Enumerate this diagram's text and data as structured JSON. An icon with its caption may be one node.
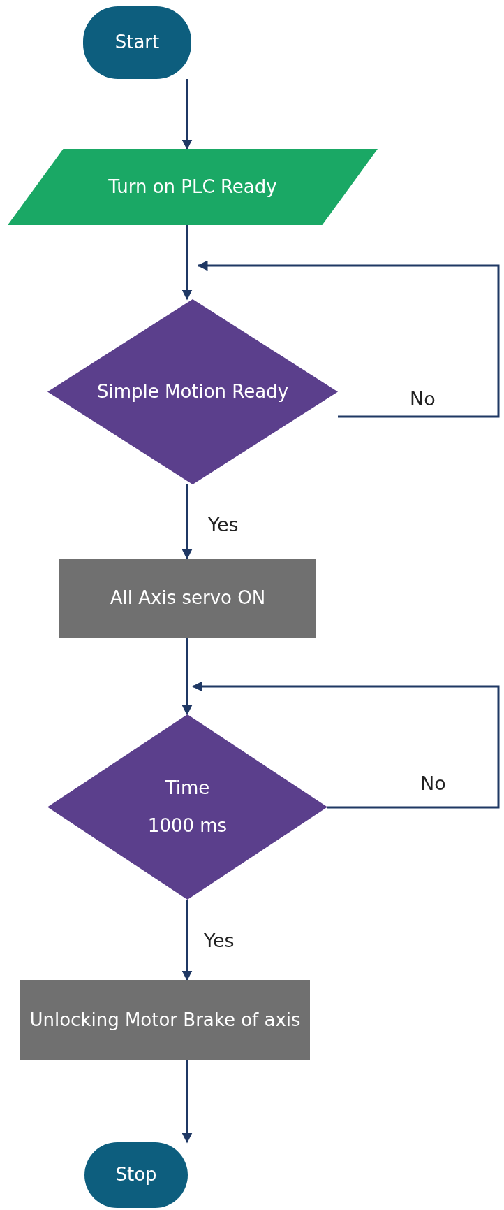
{
  "diagram": {
    "nodes": [
      {
        "text": [
          "Start"
        ]
      },
      {
        "text": [
          "Turn on PLC Ready"
        ]
      },
      {
        "text": [
          "Simple Motion Ready"
        ]
      },
      {
        "text": [
          "All Axis servo ON"
        ]
      },
      {
        "text": [
          "Time",
          "1000 ms"
        ]
      },
      {
        "text": [
          "Unlocking Motor Brake of axis"
        ]
      },
      {
        "text": [
          "Stop"
        ]
      }
    ],
    "edges": [
      {
        "from": 0,
        "to": 1,
        "arrow": "to"
      },
      {
        "from": 1,
        "to": 2,
        "arrow": "to"
      },
      {
        "from": 2,
        "to": 2,
        "arrow": "to",
        "label": "No"
      },
      {
        "from": 2,
        "to": 3,
        "arrow": "to",
        "label": "Yes"
      },
      {
        "from": 3,
        "to": 4,
        "arrow": "to"
      },
      {
        "from": 4,
        "to": 4,
        "arrow": "to",
        "label": "No"
      },
      {
        "from": 4,
        "to": 5,
        "arrow": "to",
        "label": "Yes"
      },
      {
        "from": 5,
        "to": 6,
        "arrow": "to"
      }
    ]
  }
}
